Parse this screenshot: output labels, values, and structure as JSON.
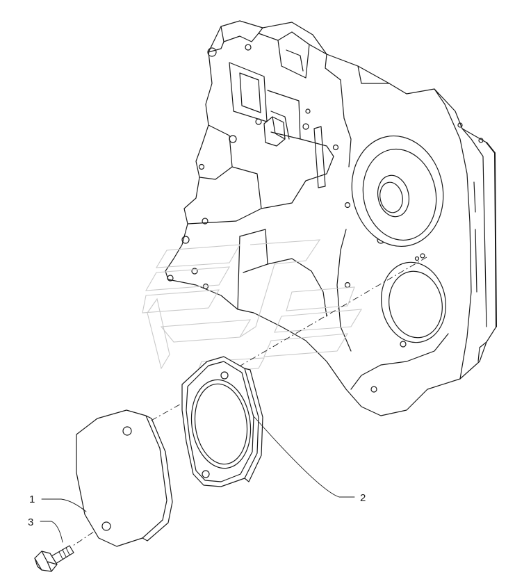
{
  "diagram": {
    "callouts": [
      {
        "id": "1",
        "label": "1",
        "part": "cover plate"
      },
      {
        "id": "2",
        "label": "2",
        "part": "gasket"
      },
      {
        "id": "3",
        "label": "3",
        "part": "bolt"
      }
    ]
  },
  "colors": {
    "line": "#1a1a1a",
    "background": "#ffffff",
    "watermark": "#c9c9c9"
  }
}
